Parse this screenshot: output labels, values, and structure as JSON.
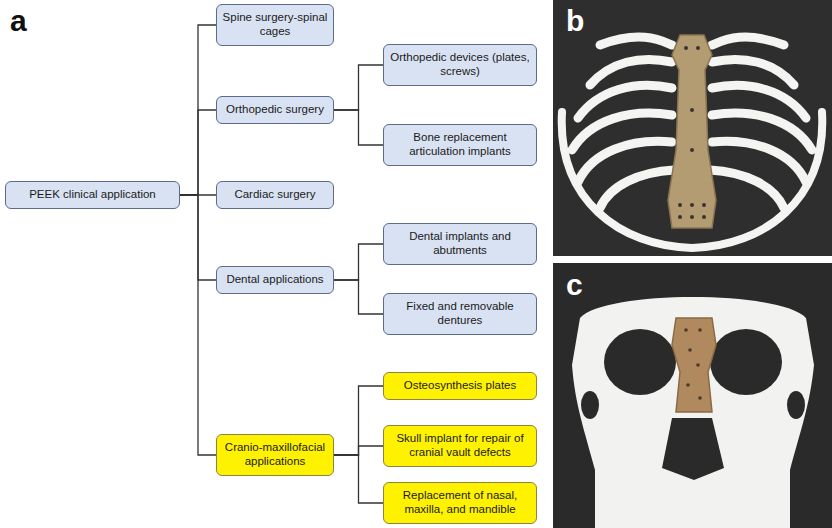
{
  "diagram": {
    "nodes": [
      {
        "text": [
          "PEEK clinical application"
        ]
      },
      {
        "text": [
          "Spine surgery-spinal cages"
        ]
      },
      {
        "text": [
          "Orthopedic surgery"
        ]
      },
      {
        "text": [
          "Orthopedic devices (plates, screws)"
        ]
      },
      {
        "text": [
          "Bone replacement articulation implants"
        ]
      },
      {
        "text": [
          "Cardiac surgery"
        ]
      },
      {
        "text": [
          "Dental applications"
        ]
      },
      {
        "text": [
          "Dental implants and abutments"
        ]
      },
      {
        "text": [
          "Fixed and removable dentures"
        ]
      },
      {
        "text": [
          "Cranio-maxillofacial applications"
        ]
      },
      {
        "text": [
          "Osteosynthesis plates"
        ]
      },
      {
        "text": [
          "Skull implant for repair of cranial vault defects"
        ]
      },
      {
        "text": [
          "Replacement of nasal, maxilla, and mandible"
        ]
      }
    ],
    "edges": [
      {
        "from": 0,
        "to": 1,
        "arrow": "none"
      },
      {
        "from": 0,
        "to": 2,
        "arrow": "none"
      },
      {
        "from": 0,
        "to": 5,
        "arrow": "none"
      },
      {
        "from": 0,
        "to": 6,
        "arrow": "none"
      },
      {
        "from": 0,
        "to": 9,
        "arrow": "none"
      },
      {
        "from": 2,
        "to": 3,
        "arrow": "none"
      },
      {
        "from": 2,
        "to": 4,
        "arrow": "none"
      },
      {
        "from": 6,
        "to": 7,
        "arrow": "none"
      },
      {
        "from": 6,
        "to": 8,
        "arrow": "none"
      },
      {
        "from": 9,
        "to": 10,
        "arrow": "none"
      },
      {
        "from": 9,
        "to": 11,
        "arrow": "none"
      },
      {
        "from": 9,
        "to": 12,
        "arrow": "none"
      }
    ],
    "labels": [
      "a",
      "b",
      "c"
    ]
  }
}
